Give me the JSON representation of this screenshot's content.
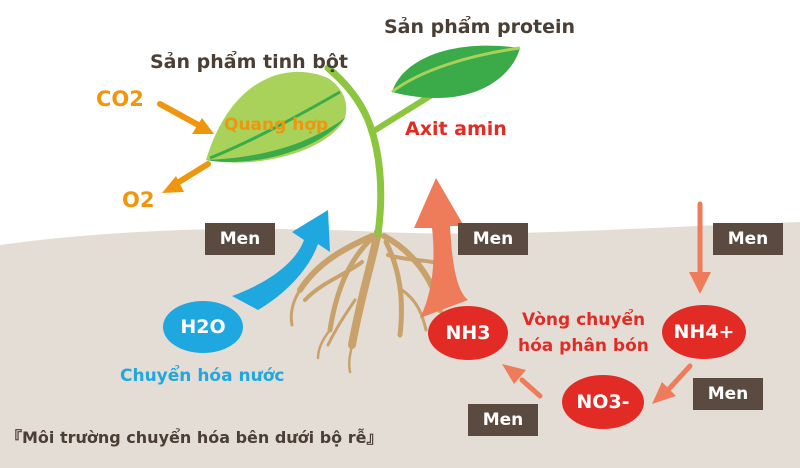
{
  "labels": {
    "protein_product": "Sản phẩm protein",
    "starch_product": "Sản phẩm tinh bột",
    "photosynthesis": "Quang hợp",
    "amino_acid": "Axit amin",
    "co2": "CO2",
    "o2": "O2",
    "h2o": "H2O",
    "water_metabolism": "Chuyển hóa nước",
    "fertilizer_cycle_line1": "Vòng chuyển",
    "fertilizer_cycle_line2": "hóa phân bón",
    "nh3": "NH3",
    "nh4": "NH4+",
    "no3": "NO3-",
    "caption": "『Môi trường chuyển hóa bên dưới bộ rễ』"
  },
  "enzyme_tags": [
    "Men",
    "Men",
    "Men",
    "Men",
    "Men"
  ],
  "colors": {
    "soil": "#e4ddd5",
    "leaf_light": "#a8d25a",
    "leaf_dark": "#3bab4a",
    "stem": "#8cc63f",
    "root": "#c8a26a",
    "orange": "#f0960e",
    "blue": "#1fa7e0",
    "red": "#e32b26",
    "salmon": "#ee7b5a",
    "tag_brown": "#5a4a3f"
  },
  "icons": [
    "plant-illustration",
    "root-system",
    "arrow-in-co2",
    "arrow-out-o2",
    "arrow-water-up",
    "arrow-amino-up",
    "cycle-arrows"
  ]
}
